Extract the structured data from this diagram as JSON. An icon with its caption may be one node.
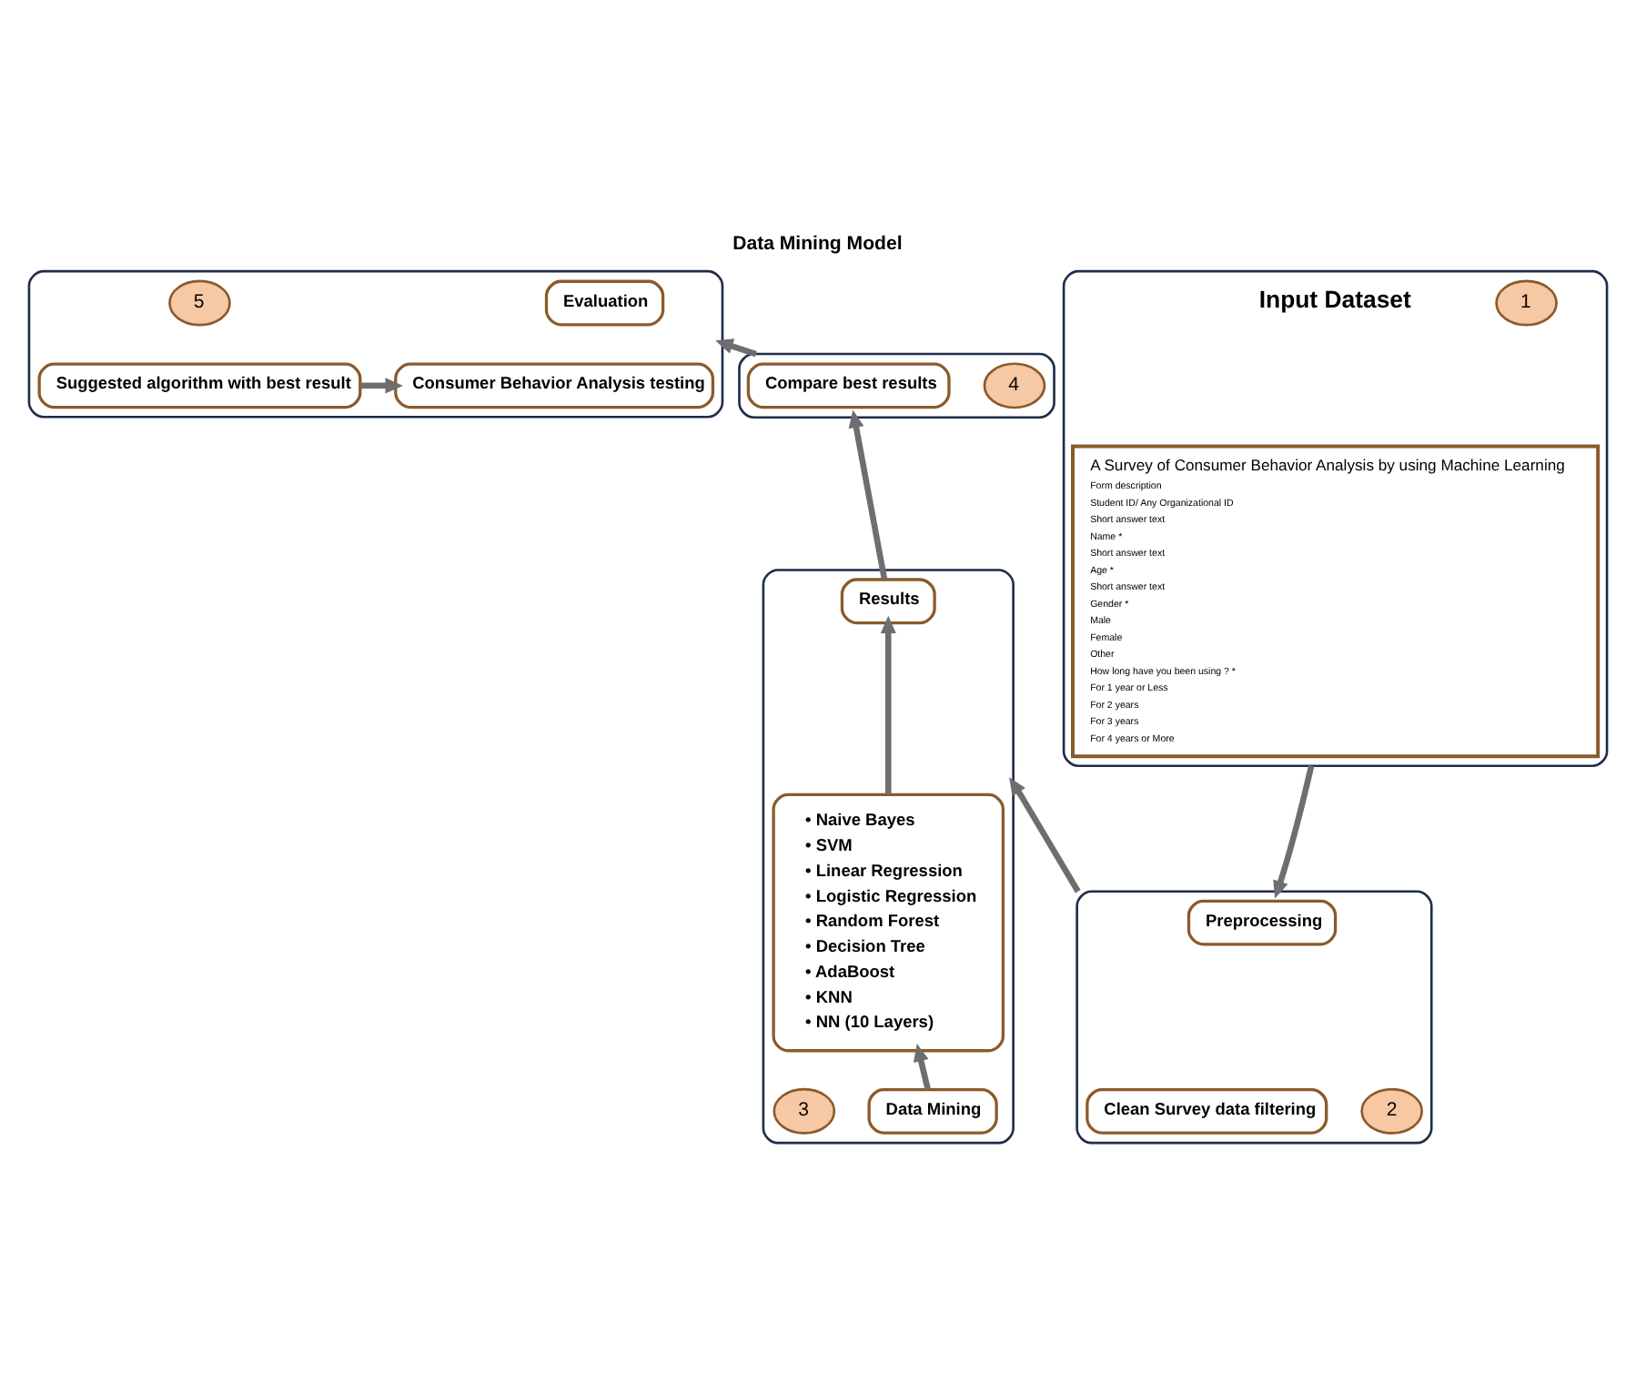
{
  "diagram": {
    "title": "Data Mining Model",
    "nodes": [
      {
        "text": [],
        "shape": "box"
      },
      {
        "text": [
          "5"
        ],
        "in": 0
      },
      {
        "text": [
          "Evaluation"
        ],
        "in": 0
      },
      {
        "text": [
          "Consumer Behavior Analysis testing"
        ],
        "in": 0
      },
      {
        "text": [
          "Suggested algorithm with best result"
        ],
        "in": 0
      },
      {
        "text": [],
        "shape": "box"
      },
      {
        "text": [
          "4"
        ],
        "in": 5
      },
      {
        "text": [
          "Compare best results"
        ],
        "in": 5
      },
      {
        "text": [],
        "shape": "box"
      },
      {
        "text": [
          "Results"
        ],
        "in": 8
      },
      {
        "text": [
          "• Naive Bayes",
          "• SVM",
          "• Linear Regression",
          "• Logistic Regression",
          "• Random Forest",
          "• Decision Tree",
          "• AdaBoost",
          "• KNN",
          "• NN (10 Layers)"
        ],
        "in": 8
      },
      {
        "text": [
          "Data Mining"
        ],
        "in": 8
      },
      {
        "text": [
          "3"
        ],
        "in": 8
      },
      {
        "text": [],
        "shape": "box"
      },
      {
        "text": [
          "1"
        ],
        "in": 13
      },
      {
        "text": [
          "Input Dataset"
        ],
        "in": 13
      },
      {
        "text": [
          "A Survey of Consumer Behavior Analysis by using Machine Learning",
          "Form description",
          "Student ID/ Any Organizational ID",
          "Short answer text",
          "Name *",
          "Short answer text",
          "Age *",
          "Short answer text",
          "Gender *",
          "Male",
          "Female",
          "Other",
          "How long have you been using ? *",
          "For 1 year or Less",
          "For 2 years",
          "For 3 years",
          "For 4 years or More"
        ],
        "in": 13
      },
      {
        "text": [],
        "shape": "box"
      },
      {
        "text": [
          "2"
        ],
        "in": 17
      },
      {
        "text": [
          "Preprocessing"
        ],
        "in": 17
      },
      {
        "text": [
          "Clean Survey data filtering"
        ],
        "in": 17
      }
    ],
    "edges": [
      {
        "from": 4,
        "to": 3,
        "arrow": "to"
      },
      {
        "from": 5,
        "to": 0,
        "arrow": "to"
      },
      {
        "from": 9,
        "to": 5,
        "arrow": "to"
      },
      {
        "from": 10,
        "to": 9,
        "arrow": "to"
      },
      {
        "from": 11,
        "to": 10,
        "arrow": "to"
      },
      {
        "from": 13,
        "to": 17,
        "arrow": "to"
      },
      {
        "from": 17,
        "to": 8,
        "arrow": "to"
      }
    ]
  }
}
